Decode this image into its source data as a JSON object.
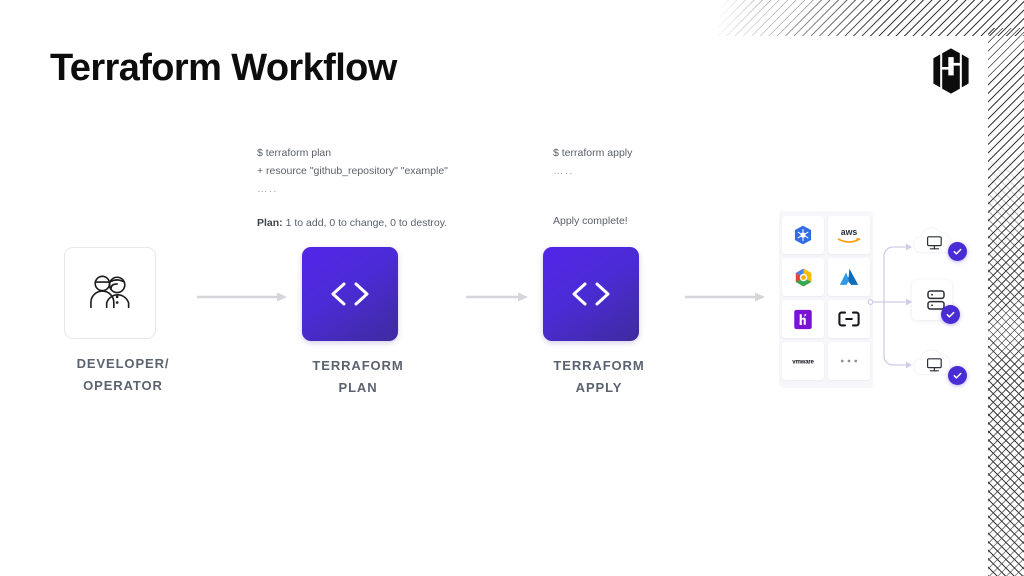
{
  "slide": {
    "title": "Terraform Workflow",
    "brand_logo": "hashicorp-logo",
    "background": "#ffffff",
    "accent_purple": "#4A2CD4",
    "gradient_from": "#5325E8",
    "gradient_to": "#3F2B9E",
    "text_gray": "#5C6370",
    "decor": "diagonal-hatch-pattern"
  },
  "terminal_plan": {
    "line1": "$ terraform plan",
    "line2": "+ resource \"github_repository\" \"example\"",
    "line3": "…..",
    "result_label": "Plan:",
    "result_text": " 1 to add, 0 to change, 0 to destroy."
  },
  "terminal_apply": {
    "line1": "$ terraform apply",
    "line2": "…..",
    "result_text": "Apply complete!"
  },
  "stages": [
    {
      "id": "developer-operator",
      "label": "DEVELOPER/\nOPERATOR",
      "label_line1": "DEVELOPER/",
      "label_line2": "OPERATOR",
      "icon": "two-people-icon",
      "style": "outlined-card"
    },
    {
      "id": "terraform-plan",
      "label": "TERRAFORM PLAN",
      "label_line1": "TERRAFORM PLAN",
      "label_line2": "",
      "icon": "code-brackets-icon",
      "style": "gradient-card"
    },
    {
      "id": "terraform-apply",
      "label": "TERRAFORM APPLY",
      "label_line1": "TERRAFORM",
      "label_line2": "APPLY",
      "icon": "code-brackets-icon",
      "style": "gradient-card"
    }
  ],
  "arrows": [
    {
      "id": "arrow-dev-to-plan"
    },
    {
      "id": "arrow-plan-to-apply"
    },
    {
      "id": "arrow-apply-to-providers"
    }
  ],
  "providers": [
    {
      "id": "kubernetes",
      "name": "Kubernetes",
      "icon": "kubernetes-logo"
    },
    {
      "id": "aws",
      "name": "aws",
      "icon": "aws-logo"
    },
    {
      "id": "google-cloud",
      "name": "Google Cloud",
      "icon": "google-cloud-logo"
    },
    {
      "id": "azure",
      "name": "Azure",
      "icon": "azure-logo"
    },
    {
      "id": "heroku",
      "name": "Heroku",
      "icon": "heroku-logo"
    },
    {
      "id": "bracket-provider",
      "name": "",
      "icon": "bracket-logo"
    },
    {
      "id": "vmware",
      "name": "vmware",
      "icon": "vmware-logo"
    },
    {
      "id": "more-providers",
      "name": "···",
      "icon": "ellipsis-icon"
    }
  ],
  "resource_nodes": [
    {
      "id": "node-cloud-server-top",
      "shape": "cloud",
      "icon": "server-icon",
      "status": "check"
    },
    {
      "id": "node-database-middle",
      "shape": "square",
      "icon": "database-stack-icon",
      "status": "check"
    },
    {
      "id": "node-cloud-server-bottom",
      "shape": "cloud",
      "icon": "server-icon",
      "status": "check"
    }
  ]
}
